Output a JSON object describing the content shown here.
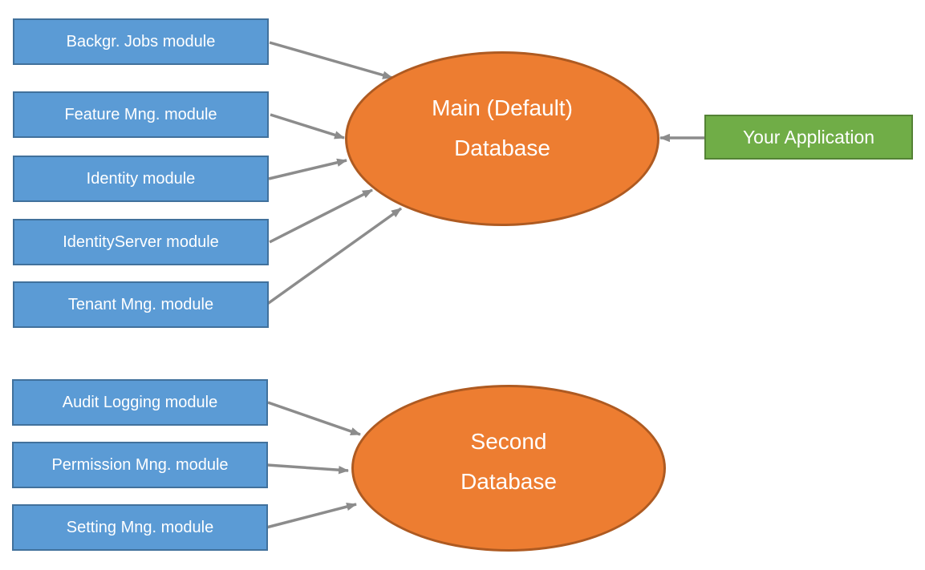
{
  "diagram": {
    "top_modules": [
      {
        "label": "Backgr. Jobs module"
      },
      {
        "label": "Feature Mng. module"
      },
      {
        "label": "Identity module"
      },
      {
        "label": "IdentityServer module"
      },
      {
        "label": "Tenant Mng. module"
      }
    ],
    "bottom_modules": [
      {
        "label": "Audit Logging module"
      },
      {
        "label": "Permission Mng. module"
      },
      {
        "label": "Setting Mng. module"
      }
    ],
    "databases": [
      {
        "id": "main-database",
        "label": "Main (Default)\nDatabase"
      },
      {
        "id": "second-database",
        "label": "Second\nDatabase"
      }
    ],
    "application": {
      "label": "Your Application"
    },
    "colors": {
      "module_fill": "#5B9BD5",
      "module_border": "#41719C",
      "database_fill": "#ED7D31",
      "database_border": "#AE5A21",
      "application_fill": "#70AD47",
      "application_border": "#548235",
      "arrow": "#8C8C8C",
      "text": "#FFFFFF"
    },
    "edges": [
      {
        "from": "backgr-jobs-module",
        "to": "main-database",
        "points": [
          336,
          53,
          489,
          97
        ]
      },
      {
        "from": "feature-mng-module",
        "to": "main-database",
        "points": [
          337,
          143,
          429,
          172
        ]
      },
      {
        "from": "identity-module",
        "to": "main-database",
        "points": [
          335,
          223,
          432,
          200
        ]
      },
      {
        "from": "identityserver-module",
        "to": "main-database",
        "points": [
          336,
          302,
          464,
          237
        ]
      },
      {
        "from": "tenant-mng-module",
        "to": "main-database",
        "points": [
          332,
          380,
          500,
          260
        ]
      },
      {
        "from": "audit-logging-module",
        "to": "second-database",
        "points": [
          334,
          502,
          449,
          542
        ]
      },
      {
        "from": "permission-mng-module",
        "to": "second-database",
        "points": [
          333,
          580,
          434,
          587
        ]
      },
      {
        "from": "setting-mng-module",
        "to": "second-database",
        "points": [
          332,
          658,
          444,
          629
        ]
      },
      {
        "from": "your-application",
        "to": "main-database",
        "points": [
          878,
          172,
          823,
          172
        ]
      }
    ]
  }
}
